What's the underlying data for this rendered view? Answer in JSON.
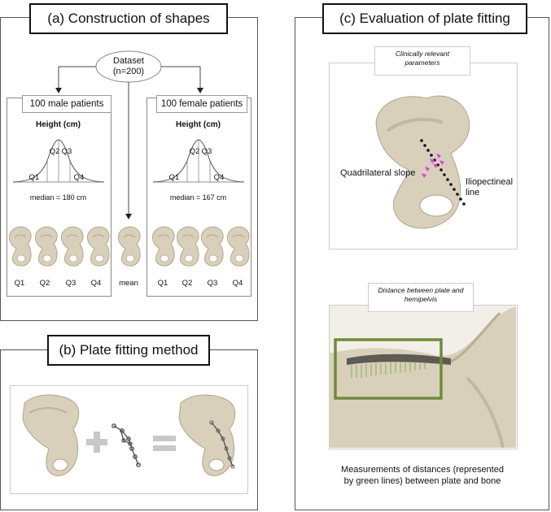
{
  "panel_a": {
    "title": "(a) Construction of shapes",
    "dataset_line1": "Dataset",
    "dataset_line2": "(n=200)",
    "male": {
      "header": "100 male patients",
      "chart_title": "Height (cm)",
      "median": "median = 180 cm",
      "quartiles": [
        "Q1",
        "Q2",
        "Q3",
        "Q4"
      ]
    },
    "female": {
      "header": "100 female patients",
      "chart_title": "Height (cm)",
      "median": "median = 167 cm",
      "quartiles": [
        "Q1",
        "Q2",
        "Q3",
        "Q4"
      ]
    },
    "shape_labels_male": [
      "Q1",
      "Q2",
      "Q3",
      "Q4"
    ],
    "mean_label": "mean",
    "shape_labels_female": [
      "Q1",
      "Q2",
      "Q3",
      "Q4"
    ]
  },
  "panel_b": {
    "title": "(b) Plate fitting method"
  },
  "panel_c": {
    "title": "(c) Evaluation of plate fitting",
    "note_top_line1": "Clinically relevant",
    "note_top_line2": "parameters",
    "label_quadrilateral": "Quadrilateral slope",
    "label_iliopectineal_line1": "Iliopectineal",
    "label_iliopectineal_line2": "line",
    "note_bottom_line1": "Distance between plate and",
    "note_bottom_line2": "hemipelvis",
    "caption_line1": "Measurements of distances (represented",
    "caption_line2": "by green lines) between plate and bone"
  },
  "colors": {
    "bone": "#d8d0bb",
    "bone_shade": "#b9ae93",
    "green_box": "#6f8a3a",
    "magenta": "#e23be6",
    "plus_equals": "#c8c8c8"
  }
}
